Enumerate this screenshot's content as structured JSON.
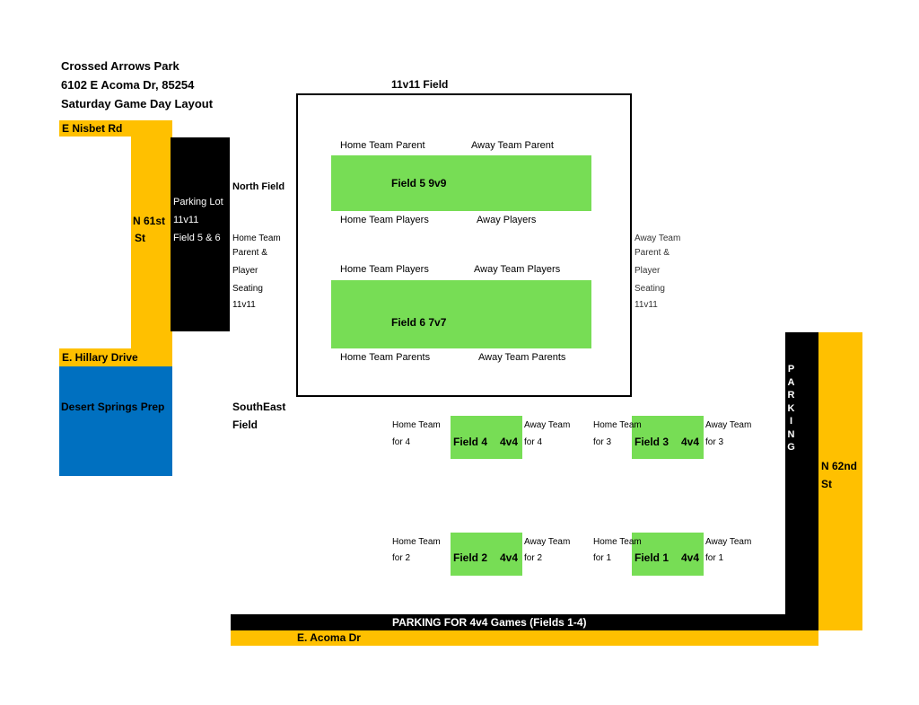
{
  "header": {
    "park_name": "Crossed Arrows Park",
    "address": "6102 E Acoma Dr, 85254",
    "layout_title": "Saturday Game Day Layout"
  },
  "roads": {
    "nisbet": "E Nisbet Rd",
    "n61st_line1": "N 61st",
    "n61st_line2": "St",
    "hillary": "E. Hillary Drive",
    "n62nd_line1": "N 62nd",
    "n62nd_line2": "St",
    "acoma": "E. Acoma Dr"
  },
  "places": {
    "desert_springs": "Desert Springs Prep",
    "parking_lot_line1": "Parking Lot",
    "parking_lot_line2": "11v11",
    "parking_lot_line3": "Field 5 & 6",
    "parking_vertical": [
      "P",
      "A",
      "R",
      "K",
      "I",
      "N",
      "G"
    ],
    "parking_4v4": "PARKING FOR 4v4 Games (Fields 1-4)"
  },
  "big_field": {
    "title": "11v11 Field",
    "north_label": "North Field",
    "home_parent_top": "Home Team Parent",
    "away_parent_top": "Away Team Parent",
    "field5": "Field 5 9v9",
    "home_players_f5": "Home Team Players",
    "away_players_f5": "Away Players",
    "home_players_f6": "Home Team Players",
    "away_players_f6": "Away Team Players",
    "field6": "Field 6 7v7",
    "home_parents_bottom": "Home Team Parents",
    "away_parents_bottom": "Away Team Parents",
    "left_seating": [
      "Home Team",
      "Parent &",
      "Player",
      "Seating",
      "11v11"
    ],
    "right_seating": [
      "Away Team",
      "Parent &",
      "Player",
      "Seating",
      "11v11"
    ]
  },
  "southeast": {
    "label_line1": "SouthEast",
    "label_line2": "Field",
    "fields": [
      {
        "name": "Field 4",
        "size": "4v4",
        "home1": "Home Team",
        "home2": "for 4",
        "away1": "Away Team",
        "away2": "for 4"
      },
      {
        "name": "Field 3",
        "size": "4v4",
        "home1": "Home Team",
        "home2": "for 3",
        "away1": "Away Team",
        "away2": "for 3"
      },
      {
        "name": "Field 2",
        "size": "4v4",
        "home1": "Home Team",
        "home2": "for 2",
        "away1": "Away Team",
        "away2": "for 2"
      },
      {
        "name": "Field 1",
        "size": "4v4",
        "home1": "Home Team",
        "home2": "for 1",
        "away1": "Away Team",
        "away2": "for 1"
      }
    ]
  },
  "colors": {
    "road": "#ffc000",
    "parking": "#000000",
    "field": "#77dd55",
    "school": "#0070c0"
  }
}
